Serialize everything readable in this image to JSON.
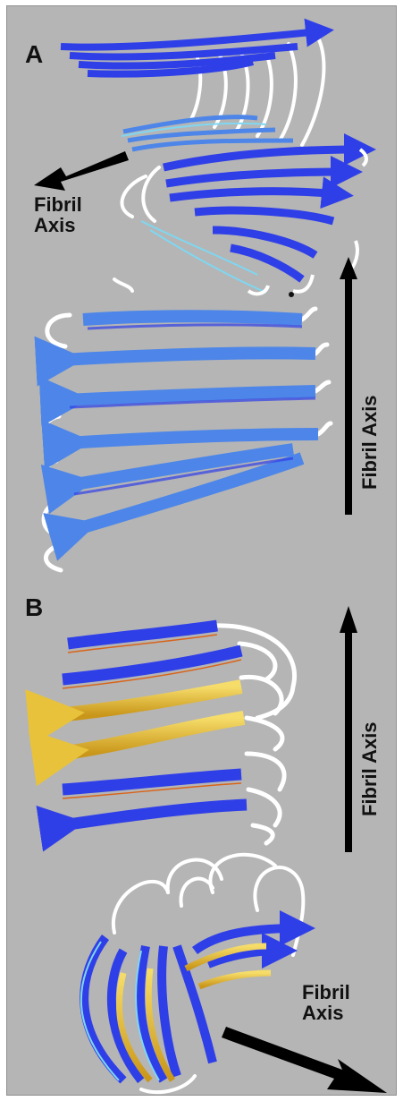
{
  "figure": {
    "panel_a_label": "A",
    "panel_b_label": "B",
    "axis_label_1_line1": "Fibril",
    "axis_label_1_line2": "Axis",
    "axis_label_2": "Fibril Axis",
    "axis_label_3": "Fibril Axis",
    "axis_label_4_line1": "Fibril",
    "axis_label_4_line2": "Axis",
    "colors": {
      "background": "#b5b5b5",
      "strand_blue": "#2f3fe8",
      "strand_light_blue": "#4d86e8",
      "strand_cyan": "#7fd7f2",
      "strand_gold": "#e8c23a",
      "loop_white": "#ffffff",
      "arrow": "#000000"
    }
  }
}
